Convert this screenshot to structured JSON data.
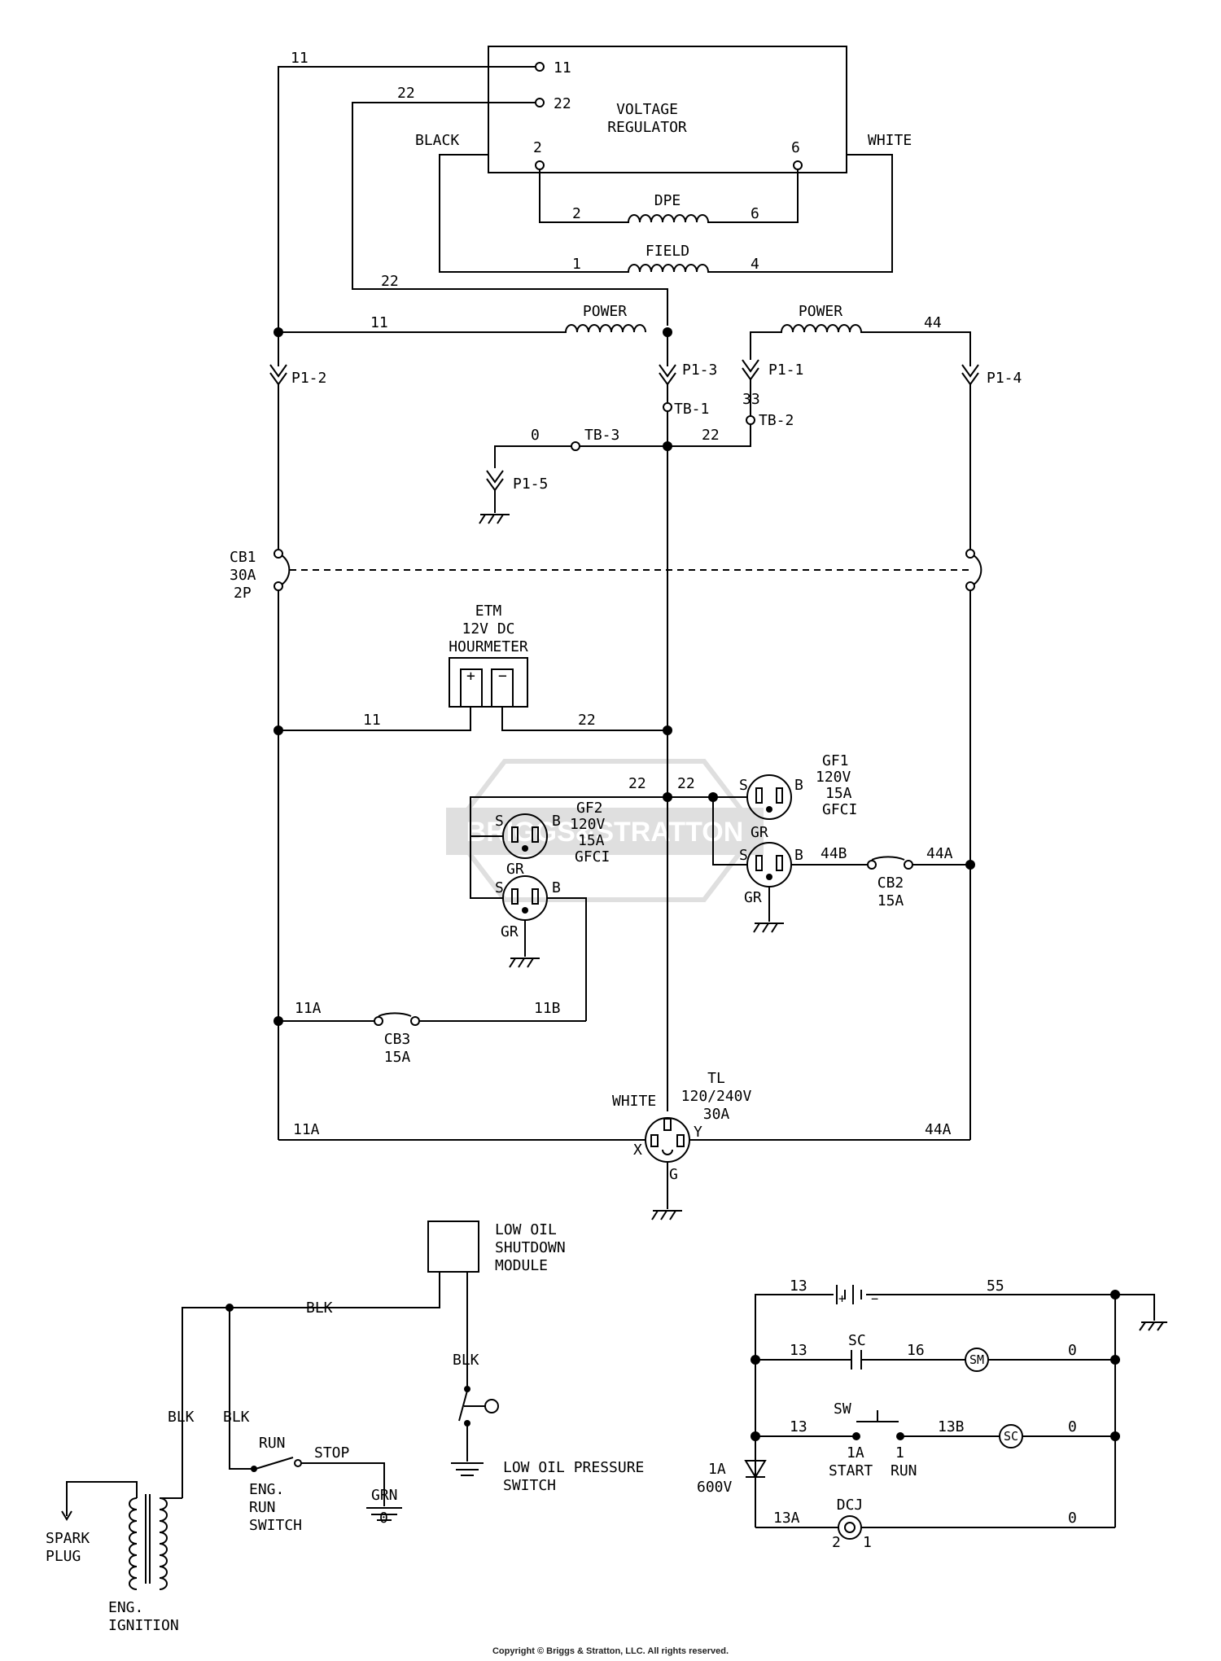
{
  "regulator": {
    "title_line1": "VOLTAGE",
    "title_line2": "REGULATOR",
    "term_11": "11",
    "term_22": "22",
    "term_2": "2",
    "term_6": "6"
  },
  "wires": {
    "w11_top": "11",
    "w22_top": "22",
    "black": "BLACK",
    "white": "WHITE",
    "dpe_2": "2",
    "dpe_6": "6",
    "field_1": "1",
    "field_4": "4",
    "w22_mid": "22",
    "w11_power": "11",
    "w44": "44",
    "w33": "33",
    "w0": "0",
    "w22_tb": "22",
    "etm_11": "11",
    "etm_22": "22",
    "gf_22_left": "22",
    "gf_22_right": "22",
    "w44B": "44B",
    "w44A_cb2": "44A",
    "w11A_cb3": "11A",
    "w11B": "11B",
    "w11A_bottom": "11A",
    "w44A_bottom": "44A",
    "white_tl": "WHITE"
  },
  "coils": {
    "dpe": "DPE",
    "field": "FIELD",
    "power_left": "POWER",
    "power_right": "POWER"
  },
  "connectors": {
    "p1_2": "P1-2",
    "p1_3": "P1-3",
    "p1_1": "P1-1",
    "p1_4": "P1-4",
    "p1_5": "P1-5",
    "tb1": "TB-1",
    "tb2": "TB-2",
    "tb3": "TB-3"
  },
  "cb1": {
    "name": "CB1",
    "rating": "30A",
    "poles": "2P"
  },
  "etm": {
    "line1": "ETM",
    "line2": "12V DC",
    "line3": "HOURMETER",
    "plus": "+",
    "minus": "−"
  },
  "gf1": {
    "name": "GF1",
    "volts": "120V",
    "amps": "15A",
    "type": "GFCI",
    "s1": "S",
    "b1": "B",
    "gr1": "GR",
    "s2": "S",
    "b2": "B",
    "gr2": "GR"
  },
  "gf2": {
    "name": "GF2",
    "volts": "120V",
    "amps": "15A",
    "type": "GFCI",
    "s1": "S",
    "b1": "B",
    "gr1": "GR",
    "s2": "S",
    "b2": "B",
    "gr2": "GR"
  },
  "cb2": {
    "name": "CB2",
    "rating": "15A"
  },
  "cb3": {
    "name": "CB3",
    "rating": "15A"
  },
  "tl": {
    "name": "TL",
    "volts": "120/240V",
    "amps": "30A",
    "x": "X",
    "y": "Y",
    "g": "G"
  },
  "low_oil": {
    "module_line1": "LOW OIL",
    "module_line2": "SHUTDOWN",
    "module_line3": "MODULE",
    "blk_module": "BLK",
    "blk_top": "BLK",
    "blk_left": "BLK",
    "blk_switch": "BLK",
    "switch_line1": "LOW OIL PRESSURE",
    "switch_line2": "SWITCH"
  },
  "ignition": {
    "spark_line1": "SPARK",
    "spark_line2": "PLUG",
    "ign_line1": "ENG.",
    "ign_line2": "IGNITION",
    "run": "RUN",
    "stop": "STOP",
    "sw_line1": "ENG.",
    "sw_line2": "RUN",
    "sw_line3": "SWITCH",
    "grn": "GRN",
    "grn_0": "0"
  },
  "starter": {
    "w13_a": "13",
    "w55": "55",
    "w13_b": "13",
    "sc_contact": "SC",
    "w16": "16",
    "sm": "SM",
    "w0_a": "0",
    "sw": "SW",
    "w13_c": "13",
    "w13B": "13B",
    "sc_coil": "SC",
    "w0_b": "0",
    "sw_1A": "1A",
    "sw_1": "1",
    "start": "START",
    "run": "RUN",
    "diode_1": "1A",
    "diode_2": "600V",
    "dcj": "DCJ",
    "w13A": "13A",
    "w0_c": "0",
    "dcj_2": "2",
    "dcj_1": "1"
  },
  "watermark": "BRIGGS&STRATTON",
  "copyright": "Copyright © Briggs & Stratton, LLC. All rights reserved."
}
